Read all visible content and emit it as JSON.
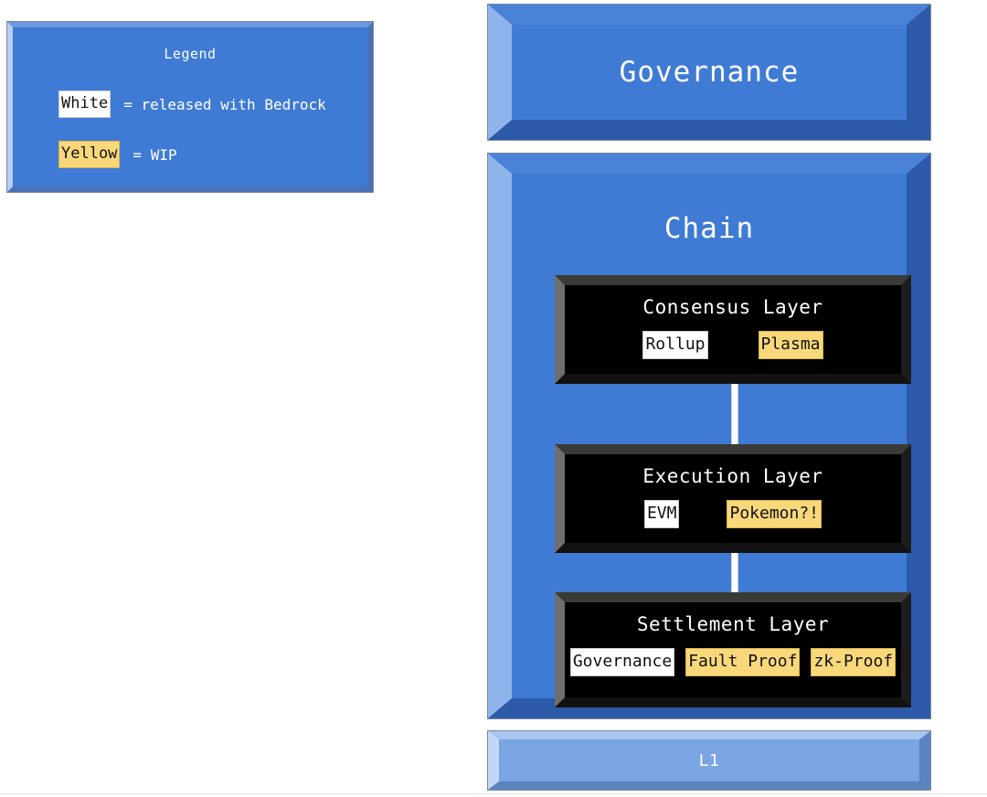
{
  "legend": {
    "title": "Legend",
    "rows": [
      {
        "chip": "White",
        "style": "white",
        "description": "= released with Bedrock"
      },
      {
        "chip": "Yellow",
        "style": "yellow",
        "description": "= WIP"
      }
    ]
  },
  "governance": {
    "label": "Governance"
  },
  "chain": {
    "label": "Chain",
    "layers": [
      {
        "title": "Consensus Layer",
        "items": [
          {
            "label": "Rollup",
            "style": "white"
          },
          {
            "label": "Plasma",
            "style": "yellow"
          }
        ]
      },
      {
        "title": "Execution Layer",
        "items": [
          {
            "label": "EVM",
            "style": "white"
          },
          {
            "label": "Pokemon?!",
            "style": "yellow"
          }
        ]
      },
      {
        "title": "Settlement Layer",
        "items": [
          {
            "label": "Governance",
            "style": "white"
          },
          {
            "label": "Fault Proof",
            "style": "yellow"
          },
          {
            "label": "zk-Proof",
            "style": "yellow"
          }
        ]
      }
    ]
  },
  "l1": {
    "label": "L1"
  },
  "colors": {
    "box_blue": "#3f7bd4",
    "box_blue_light": "#7ba4e3",
    "bevel_light": "#8fb4ec",
    "bevel_dark": "#2d5aa8",
    "layer_black": "#000000",
    "chip_white": "#ffffff",
    "chip_yellow": "#f8d87a",
    "text_white": "#ffffff",
    "connector": "#ffffff",
    "background": "#ffffff"
  }
}
